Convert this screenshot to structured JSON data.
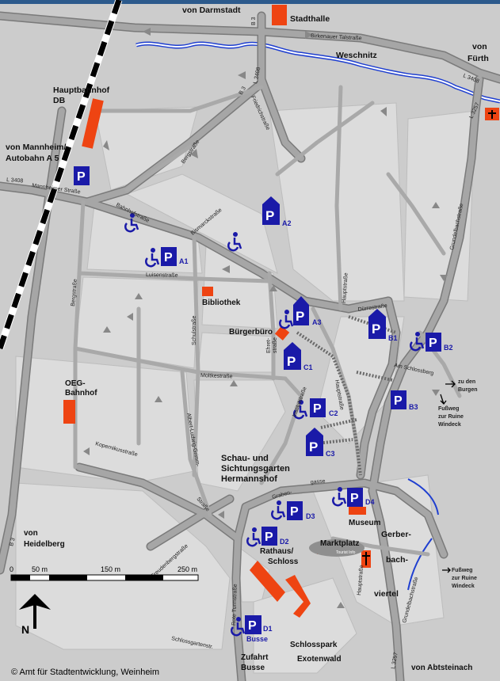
{
  "top_bar_color": "#2c5a8c",
  "colors": {
    "background": "#cccccc",
    "block": "#dcdcdc",
    "road": "#a6a6a6",
    "road_edge": "#777777",
    "river": "#1f3fd0",
    "building": "#ee4412",
    "parking": "#1a1aa8",
    "railway": "#000000"
  },
  "destinations": {
    "darmstadt": "von Darmstadt",
    "fuerth_1": "von",
    "fuerth_2": "Fürth",
    "mannheim_1": "von Mannheim/",
    "mannheim_2": "Autobahn A 5",
    "heidelberg_1": "von",
    "heidelberg_2": "Heidelberg",
    "abtsteinach": "von Abtsteinach",
    "burgen_1": "zu den",
    "burgen_2": "Burgen",
    "windeck1_1": "Fußweg",
    "windeck1_2": "zur Ruine",
    "windeck1_3": "Windeck",
    "windeck2_1": "Fußweg",
    "windeck2_2": "zur Ruine",
    "windeck2_3": "Windeck"
  },
  "places": {
    "stadthalle": "Stadthalle",
    "weschnitz": "Weschnitz",
    "hauptbahnhof_1": "Hauptbahnhof",
    "hauptbahnhof_2": "DB",
    "bibliothek": "Bibliothek",
    "buergerbuero": "Bürgerbüro",
    "oeg_1": "OEG-",
    "oeg_2": "Bahnhof",
    "hermannshof_1": "Schau- und",
    "hermannshof_2": "Sichtungsgarten",
    "hermannshof_3": "Hermannshof",
    "museum": "Museum",
    "marktplatz": "Marktplatz",
    "tourist_info": "Tourist Info",
    "rathaus_1": "Rathaus/",
    "rathaus_2": "Schloss",
    "gerberbachviertel_1": "Gerber-",
    "gerberbachviertel_2": "bach-",
    "gerberbachviertel_3": "viertel",
    "schlosspark": "Schlosspark",
    "exotenwald": "Exotenwald",
    "zufahrt_1": "Zufahrt",
    "zufahrt_2": "Busse"
  },
  "parking": {
    "A1": "A1",
    "A2": "A2",
    "A3": "A3",
    "B1": "B1",
    "B2": "B2",
    "B3": "B3",
    "C1": "C1",
    "C2": "C2",
    "C3": "C3",
    "D1": "D1",
    "D2": "D2",
    "D3": "D3",
    "D4": "D4",
    "busse": "Busse",
    "p_glyph": "P"
  },
  "streets": {
    "b3_top": "B 3",
    "b3_left": "B 3",
    "b3_mid": "B 3",
    "l3408_top": "L 3408",
    "l3408_left": "L 3408",
    "l3408_right": "L 3408",
    "l3257_top": "L 3257",
    "l3257_bottom": "L 3257",
    "birkenauer": "Birkenauer Talstraße",
    "friedrich": "Friedrichstraße",
    "berg_top": "Bergstraße",
    "berg_left": "Bergstraße",
    "mannheimer": "Mannheimer Straße",
    "bahnhof": "Bahnhofstraße",
    "bismarck": "Bismarckstraße",
    "luisen": "Luisenstraße",
    "schul": "Schulstraße",
    "ehret": "Ehret-",
    "ehret2": "straße",
    "haupt_top": "Hauptstraße",
    "haupt_mid": "Hauptstraße",
    "haupt_bottom": "Hauptstraße",
    "duerre": "Dürrestraße",
    "grundelbach_top": "Grundelbachstraße",
    "grundelbach_bottom": "Grundelbachstraße",
    "am_schlossberg": "Am Schlossberg",
    "moltke": "Moltkestraße",
    "institut": "Institut-",
    "institut2": "straße",
    "albert_ludwig_grimm": "Albert-Ludwig-Grimm-",
    "albert_ludwig_grimm2": "Straße",
    "kopernikus": "Kopernikusstraße",
    "graben": "Graben-",
    "graben2": "gasse",
    "freudenberg": "Freudenbergstraße",
    "rote_turm": "Rote Turmstraße",
    "schlossgarten": "Schlossgartenstr."
  },
  "scale": {
    "t0": "0",
    "t1": "50 m",
    "t2": "150 m",
    "t3": "250 m",
    "north": "N"
  },
  "credit": "© Amt für Stadtentwicklung, Weinheim"
}
